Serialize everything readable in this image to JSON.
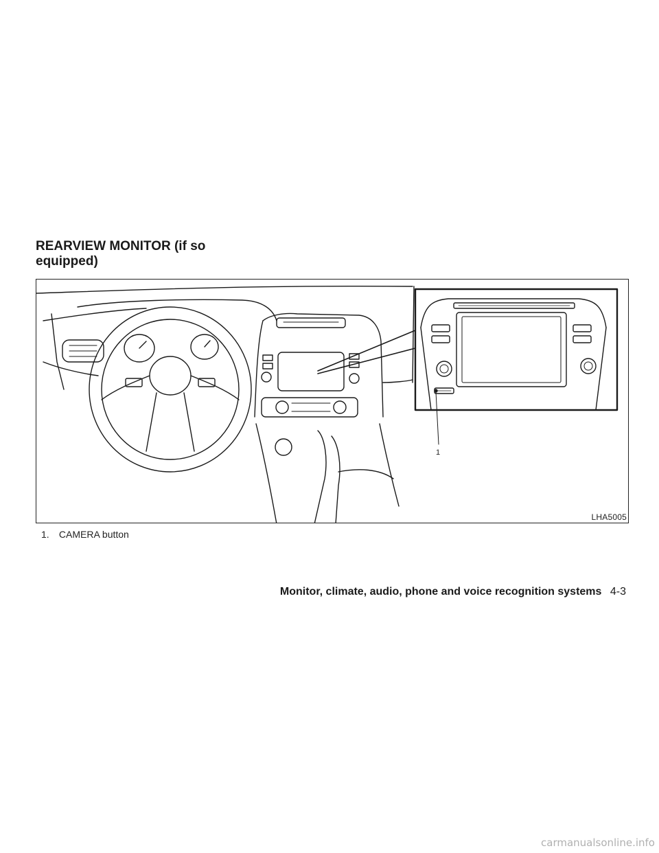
{
  "section": {
    "title": "REARVIEW MONITOR (if so equipped)"
  },
  "figure": {
    "code": "LHA5005",
    "callout_number": "1"
  },
  "caption": {
    "number": "1.",
    "text": "CAMERA button"
  },
  "footer": {
    "chapter": "Monitor, climate, audio, phone and voice recognition systems",
    "page": "4-3"
  },
  "watermark": "carmanualsonline.info",
  "icons": {
    "illustration": "dashboard-line-drawing",
    "inset": "center-console-closeup"
  }
}
